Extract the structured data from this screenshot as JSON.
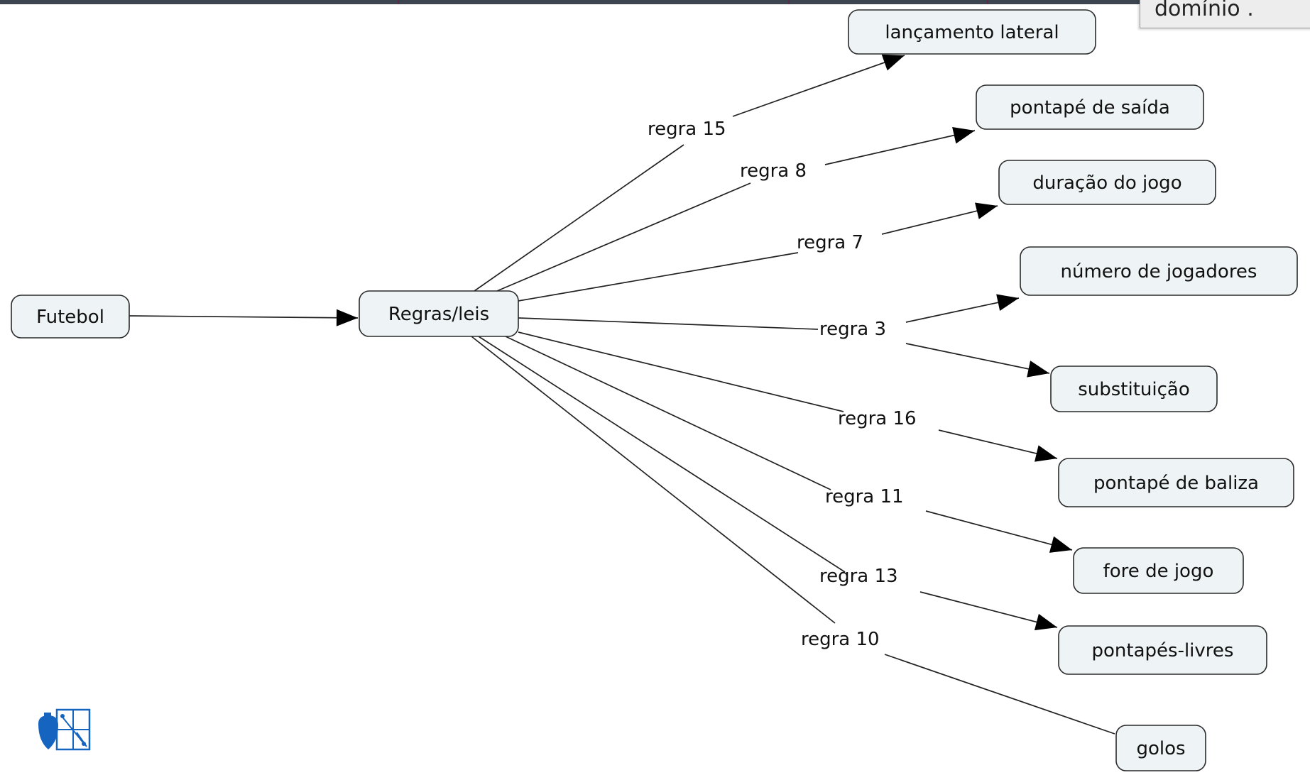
{
  "corner_note": {
    "text": "domínio ."
  },
  "concept_map": {
    "nodes": [
      {
        "id": "futebol",
        "label": "Futebol"
      },
      {
        "id": "regras",
        "label": "Regras/leis"
      },
      {
        "id": "lancamento",
        "label": "lançamento lateral"
      },
      {
        "id": "pontape_saida",
        "label": "pontapé de saída"
      },
      {
        "id": "duracao",
        "label": "duração do jogo"
      },
      {
        "id": "numero",
        "label": "número de jogadores"
      },
      {
        "id": "substituicao",
        "label": "substituição"
      },
      {
        "id": "baliza",
        "label": "pontapé de baliza"
      },
      {
        "id": "fore",
        "label": "fore de jogo"
      },
      {
        "id": "livres",
        "label": "pontapés-livres"
      },
      {
        "id": "golos",
        "label": "golos"
      }
    ],
    "links": [
      {
        "id": "r15",
        "label": "regra 15",
        "from": "regras",
        "to": [
          "lancamento"
        ]
      },
      {
        "id": "r8",
        "label": "regra 8",
        "from": "regras",
        "to": [
          "pontape_saida"
        ]
      },
      {
        "id": "r7",
        "label": "regra 7",
        "from": "regras",
        "to": [
          "duracao"
        ]
      },
      {
        "id": "r3",
        "label": "regra 3",
        "from": "regras",
        "to": [
          "numero",
          "substituicao"
        ]
      },
      {
        "id": "r16",
        "label": "regra 16",
        "from": "regras",
        "to": [
          "baliza"
        ]
      },
      {
        "id": "r11",
        "label": "regra 11",
        "from": "regras",
        "to": [
          "fore"
        ]
      },
      {
        "id": "r13",
        "label": "regra 13",
        "from": "regras",
        "to": [
          "livres"
        ]
      },
      {
        "id": "r10",
        "label": "regra 10",
        "from": "regras",
        "to": [
          "golos"
        ],
        "arrow": false
      }
    ],
    "direct_links": [
      {
        "from": "futebol",
        "to": "regras"
      }
    ],
    "logo": {
      "icon": "cmaptools-logo-icon",
      "color": "#1565c0"
    }
  }
}
